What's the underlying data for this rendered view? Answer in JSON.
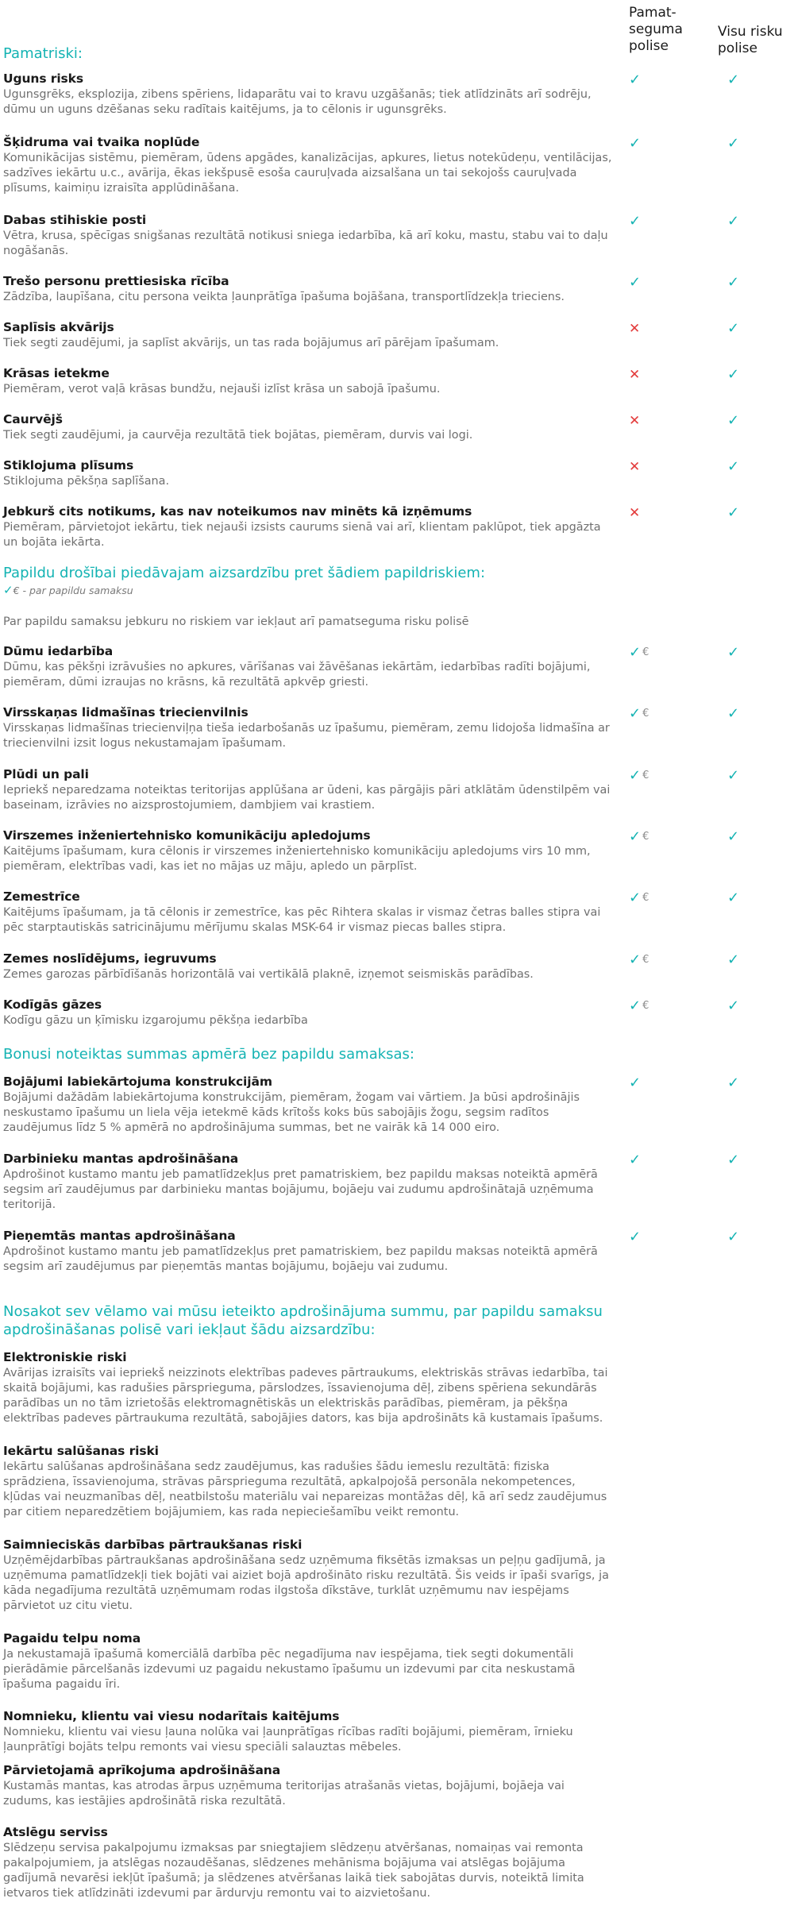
{
  "header": {
    "col_basic": "Pamat-\nseguma\npolise",
    "col_all": "Visu risku\npolise"
  },
  "icons": {
    "check": "✓",
    "cross": "✕",
    "euro": "€"
  },
  "colors": {
    "accent": "#14b3b3",
    "cross": "#e33b3b"
  },
  "sections": {
    "basic_title": "Pamatriski:",
    "extra_title": "Papildu drošībai piedāvajam aizsardzību pret šādiem papildriskiem:",
    "extra_note": "€ - par papildu samaksu",
    "extra_plain": "Par papildu samaksu jebkuru no riskiem var iekļaut arī pamatseguma risku polisē",
    "bonus_title": "Bonusi noteiktas summas apmērā bez papildu samaksas:",
    "optional_title": "Nosakot sev vēlamo vai mūsu ieteikto apdrošinājuma summu, par papildu samaksu apdrošināšanas polisē vari iekļaut šādu aizsardzību:"
  },
  "basic_risks": [
    {
      "title": "Uguns risks",
      "desc": "Ugunsgrēks, eksplozija, zibens spēriens, lidaparātu vai to kravu uzgāšanās; tiek atlīdzināts arī sodrēju, dūmu un uguns dzēšanas seku radītais kaitējums, ja to cēlonis ir ugunsgrēks.",
      "basic": "check",
      "all": "check"
    },
    {
      "title": "Šķidruma vai tvaika noplūde",
      "desc": "Komunikācijas sistēmu, piemēram, ūdens apgādes, kanalizācijas, apkures, lietus notekūdeņu, ventilācijas, sadzīves iekārtu u.c., avārija, ēkas iekšpusē esoša cauruļvada aizsalšana un tai sekojošs cauruļvada plīsums, kaimiņu izraisīta applūdināšana.",
      "basic": "check",
      "all": "check"
    },
    {
      "title": "Dabas stihiskie posti",
      "desc": "Vētra, krusa, spēcīgas snigšanas rezultātā notikusi sniega iedarbība, kā arī koku, mastu, stabu vai to daļu nogāšanās.",
      "basic": "check",
      "all": "check"
    },
    {
      "title": "Trešo personu prettiesiska rīcība",
      "desc": "Zādzība, laupīšana, citu persona veikta ļaunprātīga īpašuma bojāšana, transportlīdzekļa trieciens.",
      "basic": "check",
      "all": "check"
    },
    {
      "title": "Saplīsis akvārijs",
      "desc": "Tiek segti zaudējumi, ja saplīst akvārijs, un tas rada bojājumus arī pārējam īpašumam.",
      "basic": "cross",
      "all": "check"
    },
    {
      "title": "Krāsas ietekme",
      "desc": "Piemēram, verot vaļā krāsas bundžu, nejauši izlīst krāsa un sabojā īpašumu.",
      "basic": "cross",
      "all": "check"
    },
    {
      "title": "Caurvējš",
      "desc": "Tiek segti zaudējumi, ja caurvēja rezultātā tiek bojātas, piemēram, durvis vai logi.",
      "basic": "cross",
      "all": "check"
    },
    {
      "title": "Stiklojuma plīsums",
      "desc": "Stiklojuma pēkšņa saplīšana.",
      "basic": "cross",
      "all": "check"
    },
    {
      "title": "Jebkurš cits notikums, kas nav noteikumos nav minēts kā izņēmums",
      "desc": "Piemēram, pārvietojot iekārtu, tiek nejauši izsists caurums sienā vai arī, klientam paklūpot, tiek apgāzta un bojāta iekārta.",
      "basic": "cross",
      "all": "check"
    }
  ],
  "extra_risks": [
    {
      "title": "Dūmu iedarbība",
      "desc": "Dūmu, kas pēkšņi izrāvušies no apkures, vārīšanas vai žāvēšanas iekārtām, iedarbības radīti bojājumi, piemēram, dūmi izraujas no krāsns, kā rezultātā apkvēp griesti."
    },
    {
      "title": "Virsskaņas lidmašīnas triecienvilnis",
      "desc": "Virsskaņas lidmašīnas triecienviļņa tieša iedarbošanās uz īpašumu, piemēram, zemu lidojoša lidmašīna ar triecienvilni izsit logus nekustamajam īpašumam."
    },
    {
      "title": "Plūdi un pali",
      "desc": "Iepriekš neparedzama noteiktas teritorijas applūšana ar ūdeni, kas pārgājis pāri atklātām ūdenstilpēm vai baseinam, izrāvies no aizsprostojumiem, dambjiem vai krastiem."
    },
    {
      "title": "Virszemes inženiertehnisko komunikāciju apledojums",
      "desc": "Kaitējums īpašumam, kura cēlonis ir virszemes inženiertehnisko komunikāciju apledojums virs 10 mm, piemēram, elektrības vadi, kas iet no mājas uz māju, apledo un pārplīst."
    },
    {
      "title": "Zemestrīce",
      "desc": "Kaitējums īpašumam, ja tā cēlonis ir zemestrīce, kas pēc Rihtera skalas ir vismaz četras balles stipra vai pēc starptautiskās satricinājumu mērījumu skalas MSK-64 ir vismaz piecas balles stipra."
    },
    {
      "title": "Zemes noslīdējums, iegruvums",
      "desc": "Zemes garozas pārbīdīšanās horizontālā vai vertikālā plaknē, izņemot seismiskās parādības."
    },
    {
      "title": "Kodīgās gāzes",
      "desc": "Kodīgu gāzu un ķīmisku izgarojumu pēkšņa iedarbība"
    }
  ],
  "bonus_risks": [
    {
      "title": "Bojājumi labiekārtojuma konstrukcijām",
      "desc": "Bojājumi dažādām labiekārtojuma konstrukcijām, piemēram, žogam vai vārtiem. Ja būsi apdrošinājis neskustamo īpašumu un liela vēja ietekmē kāds krītošs koks būs sabojājis žogu, segsim radītos zaudējumus līdz 5 % apmērā no apdrošinājuma summas, bet ne vairāk kā 14 000 eiro."
    },
    {
      "title": "Darbinieku mantas apdrošināšana",
      "desc": "Apdrošinot kustamo mantu jeb pamatlīdzekļus pret pamatriskiem, bez papildu maksas noteiktā apmērā segsim arī zaudējumus par darbinieku mantas bojājumu, bojāeju vai zudumu apdrošinātajā uzņēmuma teritorijā."
    },
    {
      "title": "Pieņemtās mantas apdrošināšana",
      "desc": "Apdrošinot kustamo mantu jeb pamatlīdzekļus pret pamatriskiem, bez papildu maksas noteiktā apmērā segsim arī zaudējumus par pieņemtās mantas bojājumu, bojāeju vai zudumu."
    }
  ],
  "optional_risks": [
    {
      "title": "Elektroniskie riski",
      "desc": "Avārijas izraisīts vai iepriekš neizzinots elektrības padeves pārtraukums, elektriskās strāvas iedarbība, tai skaitā bojājumi, kas radušies pārsprieguma, pārslodzes, īssavienojuma dēļ, zibens spēriena sekundārās parādības un no tām izrietošās elektromagnētiskās un elektriskās parādības, piemēram, ja pēkšņa elektrības padeves pārtraukuma rezultātā, sabojājies dators, kas bija apdrošināts kā kustamais īpašums."
    },
    {
      "title": "Iekārtu salūšanas riski",
      "desc": "Iekārtu salūšanas apdrošināšana sedz zaudējumus, kas radušies šādu iemeslu rezultātā: fiziska sprādziena, īssavienojuma, strāvas pārsprieguma rezultātā, apkalpojošā personāla nekompetences, kļūdas vai neuzmanības dēļ, neatbilstošu materiālu vai nepareizas montāžas dēļ, kā arī sedz zaudējumus par citiem neparedzētiem bojājumiem, kas rada nepieciešamību veikt remontu."
    },
    {
      "title": "Saimnieciskās darbības pārtraukšanas riski",
      "desc": "Uzņēmējdarbības pārtraukšanas apdrošināšana sedz uzņēmuma fiksētās izmaksas un peļņu gadījumā, ja uzņēmuma pamatlīdzekļi tiek bojāti vai aiziet bojā apdrošināto risku rezultātā. Šis veids ir īpaši svarīgs, ja kāda negadījuma rezultātā uzņēmumam rodas ilgstoša dīkstāve, turklāt uzņēmumu nav iespējams pārvietot uz citu vietu."
    },
    {
      "title": "Pagaidu telpu noma",
      "desc": "Ja nekustamajā īpašumā komerciālā darbība pēc negadījuma nav iespējama, tiek segti dokumentāli pierādāmie pārcelšanās izdevumi uz pagaidu nekustamo īpašumu un izdevumi par cita neskustamā īpašuma pagaidu īri."
    },
    {
      "title": "Nomnieku, klientu vai viesu nodarītais kaitējums",
      "desc": "Nomnieku, klientu vai viesu ļauna nolūka vai ļaunprātīgas rīcības radīti bojājumi, piemēram, īrnieku ļaunprātīgi bojāts telpu remonts vai viesu speciāli salauztas mēbeles."
    },
    {
      "title": "Pārvietojamā aprīkojuma apdrošināšana",
      "desc": "Kustamās mantas, kas atrodas ārpus uzņēmuma teritorijas atrašanās vietas, bojājumi, bojāeja vai zudums, kas iestājies apdrošinātā riska rezultātā."
    },
    {
      "title": "Atslēgu serviss",
      "desc": "Slēdzeņu servisa pakalpojumu izmaksas  par sniegtajiem slēdzeņu atvēršanas, nomaiņas vai remonta pakalpojumiem, ja atslēgas nozaudēšanas, slēdzenes mehānisma bojājuma vai atslēgas bojājuma gadījumā nevarēsi iekļūt īpašumā; ja slēdzenes atvēršanas laikā tiek sabojātas durvis, noteiktā limita ietvaros tiek atlīdzināti izdevumi par ārdurvju remontu vai to aizvietošanu."
    }
  ]
}
